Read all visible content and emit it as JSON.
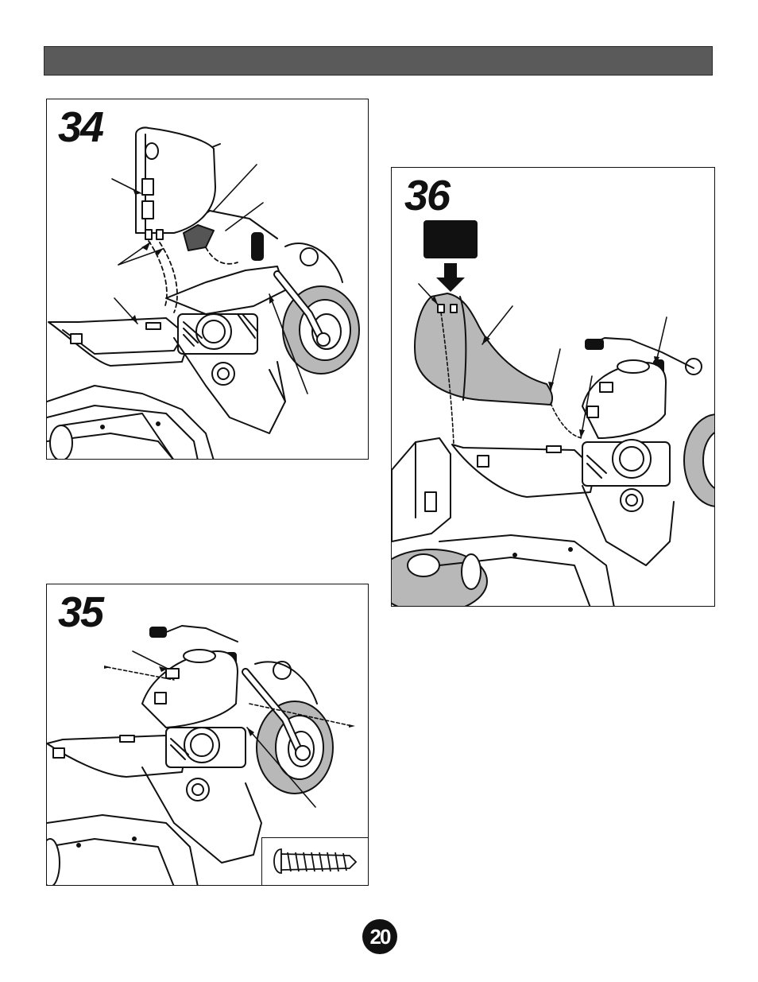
{
  "page": {
    "header": "",
    "page_number": "20"
  },
  "steps": [
    {
      "id": "34",
      "number": "34"
    },
    {
      "id": "35",
      "number": "35"
    },
    {
      "id": "36",
      "number": "36"
    }
  ],
  "colors": {
    "header_bar": "#5a5a5a",
    "line_art": "#111111",
    "gray_fill": "#b8b8b8"
  }
}
